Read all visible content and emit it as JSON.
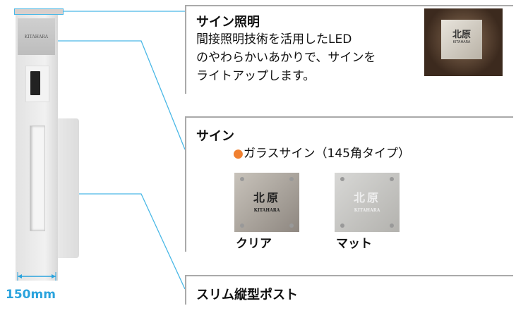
{
  "pillar": {
    "sign_text": "KITAHARA",
    "width_label": "150mm"
  },
  "features": [
    {
      "title": "サイン照明",
      "lines": [
        "間接照明技術を活用したLED",
        "のやわらかいあかりで、サインを",
        "ライトアップします。"
      ],
      "photo_sign": {
        "kanji": "北原",
        "roman": "KITAHARA"
      }
    },
    {
      "title": "サイン",
      "bullet": "ガラスサイン（145角タイプ）",
      "bullet_color": "#f08030",
      "samples": [
        {
          "kanji": "北原",
          "roman": "KITAHARA",
          "label": "クリア"
        },
        {
          "kanji": "北原",
          "roman": "KITAHARA",
          "label": "マット"
        }
      ]
    },
    {
      "title": "スリム縦型ポスト"
    }
  ],
  "colors": {
    "accent": "#2aa3dd"
  }
}
